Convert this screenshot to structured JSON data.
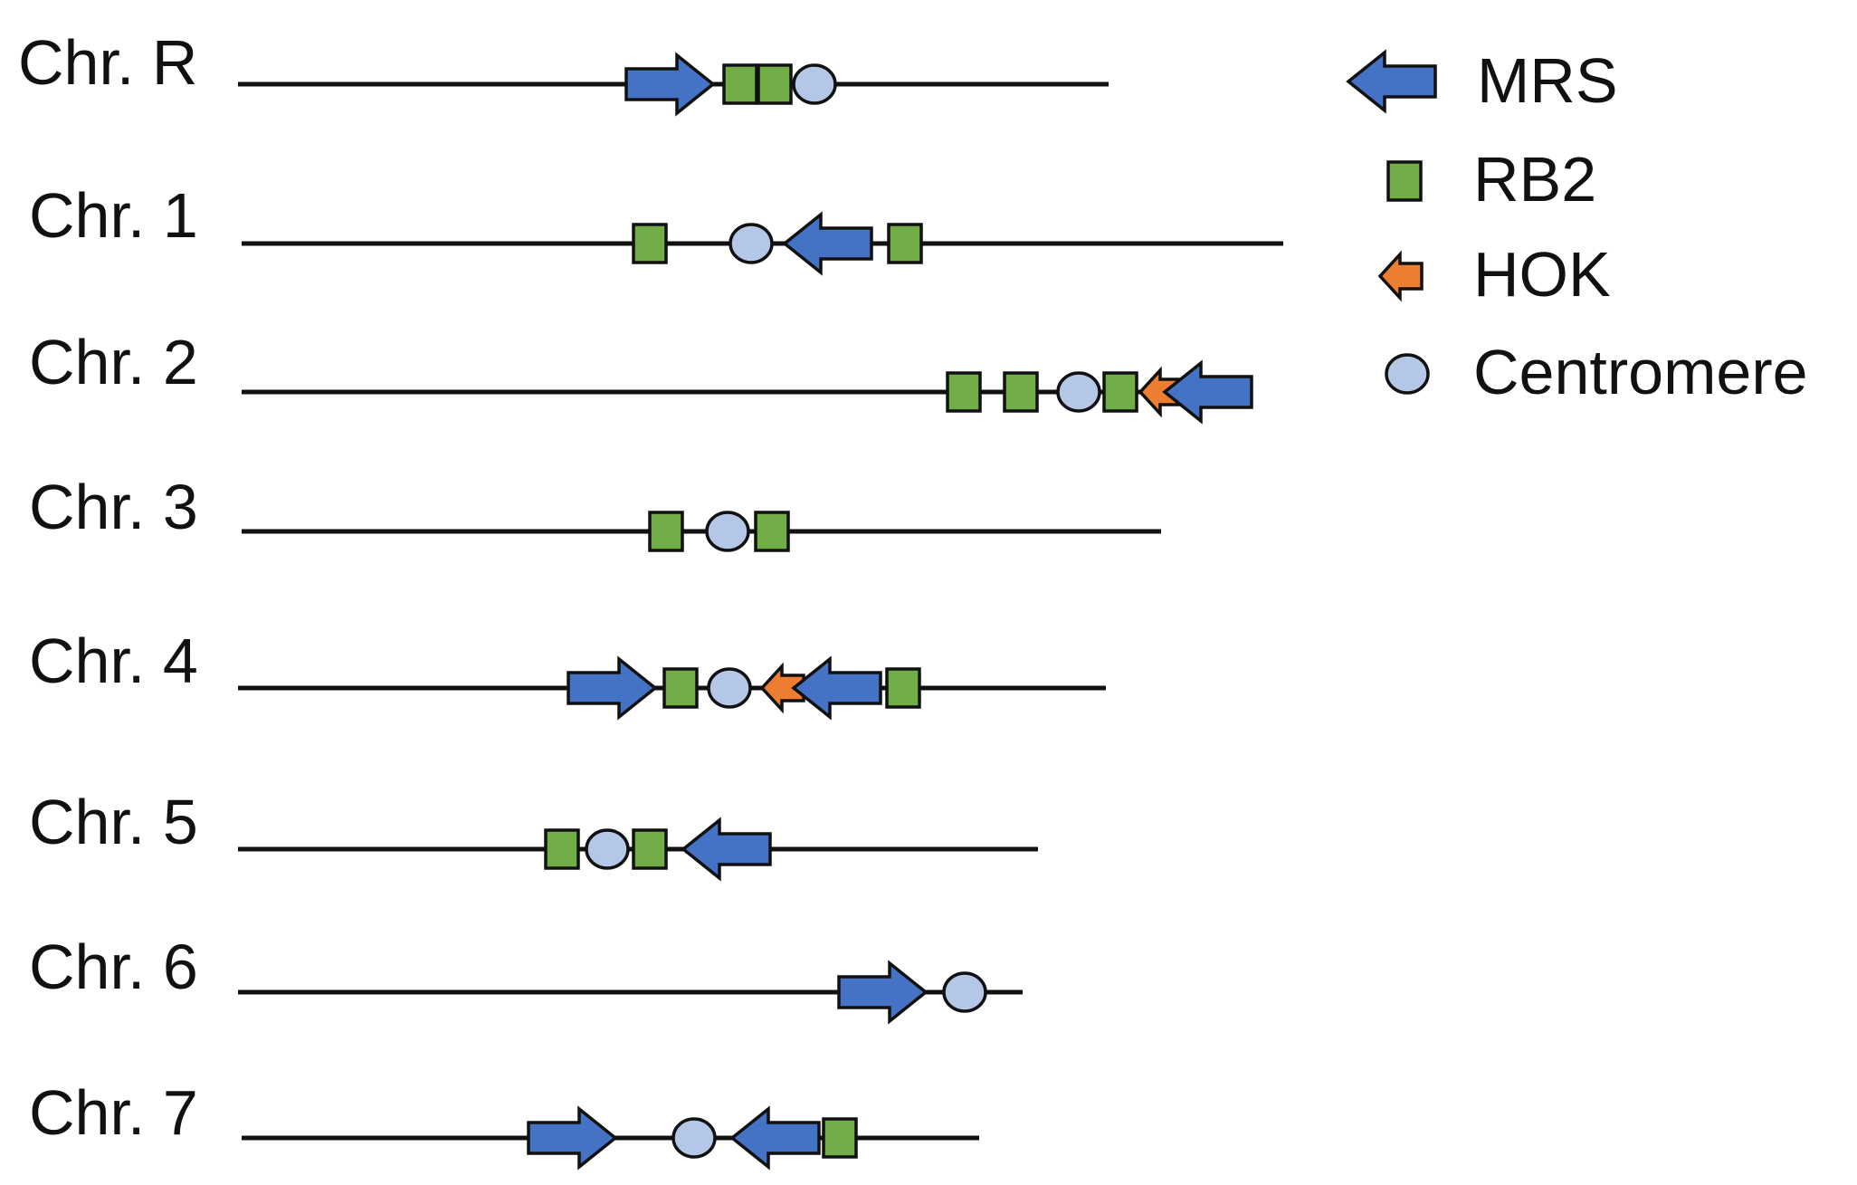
{
  "colors": {
    "mrs": "#4472C4",
    "rb2": "#70AD47",
    "hok": "#ED7D31",
    "centromere": "#B4C7E7",
    "line": "#111111"
  },
  "legend": [
    {
      "key": "mrs",
      "label": "MRS",
      "icon": "blue-arrow-left"
    },
    {
      "key": "rb2",
      "label": "RB2",
      "icon": "green-square"
    },
    {
      "key": "hok",
      "label": "HOK",
      "icon": "orange-arrow-left"
    },
    {
      "key": "centromere",
      "label": "Centromere",
      "icon": "blue-circle"
    }
  ],
  "chromosomes": [
    {
      "label": "Chr. R",
      "features": [
        {
          "type": "mrs",
          "dir": "right"
        },
        {
          "type": "rb2"
        },
        {
          "type": "rb2"
        },
        {
          "type": "centromere"
        }
      ]
    },
    {
      "label": "Chr. 1",
      "features": [
        {
          "type": "rb2"
        },
        {
          "type": "centromere"
        },
        {
          "type": "mrs",
          "dir": "left"
        },
        {
          "type": "rb2"
        }
      ]
    },
    {
      "label": "Chr. 2",
      "features": [
        {
          "type": "rb2"
        },
        {
          "type": "rb2"
        },
        {
          "type": "centromere"
        },
        {
          "type": "rb2"
        },
        {
          "type": "hok",
          "dir": "left"
        },
        {
          "type": "mrs",
          "dir": "left"
        }
      ]
    },
    {
      "label": "Chr. 3",
      "features": [
        {
          "type": "rb2"
        },
        {
          "type": "centromere"
        },
        {
          "type": "rb2"
        }
      ]
    },
    {
      "label": "Chr. 4",
      "features": [
        {
          "type": "mrs",
          "dir": "right"
        },
        {
          "type": "rb2"
        },
        {
          "type": "centromere"
        },
        {
          "type": "hok",
          "dir": "left"
        },
        {
          "type": "mrs",
          "dir": "left"
        },
        {
          "type": "rb2"
        }
      ]
    },
    {
      "label": "Chr. 5",
      "features": [
        {
          "type": "rb2"
        },
        {
          "type": "centromere"
        },
        {
          "type": "rb2"
        },
        {
          "type": "mrs",
          "dir": "left"
        }
      ]
    },
    {
      "label": "Chr. 6",
      "features": [
        {
          "type": "mrs",
          "dir": "right"
        },
        {
          "type": "centromere"
        }
      ]
    },
    {
      "label": "Chr. 7",
      "features": [
        {
          "type": "mrs",
          "dir": "right"
        },
        {
          "type": "centromere"
        },
        {
          "type": "mrs",
          "dir": "left"
        },
        {
          "type": "rb2"
        }
      ]
    }
  ]
}
